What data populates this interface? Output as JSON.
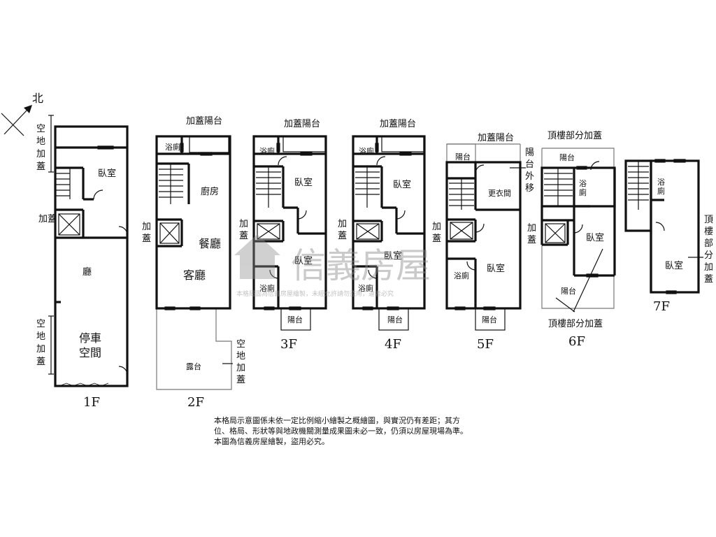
{
  "compass": {
    "north": "北"
  },
  "floors": {
    "f1": {
      "floor": "1F",
      "bedroom": "臥室",
      "hall": "廳",
      "parking": "停車空間",
      "extra_top": "空地加蓋",
      "extra_mid": "加蓋",
      "extra_bottom": "空地加蓋"
    },
    "f2": {
      "floor": "2F",
      "balcony_ext": "加蓋陽台",
      "bath": "浴廁",
      "kitchen": "廚房",
      "dining": "餐廳",
      "living": "客廳",
      "extra": "加蓋",
      "terrace": "露台",
      "land_ext": "空地加蓋"
    },
    "f3": {
      "floor": "3F",
      "balcony_ext": "加蓋陽台",
      "bath": "浴廁",
      "bedroom1": "臥室",
      "bedroom2": "臥室",
      "bath2": "浴廁",
      "extra": "加蓋",
      "balcony": "陽台"
    },
    "f4": {
      "floor": "4F",
      "balcony_ext": "加蓋陽台",
      "bath": "浴廁",
      "bedroom1": "臥室",
      "bedroom2": "臥室",
      "bath2": "浴廁",
      "extra": "加蓋",
      "balcony": "陽台"
    },
    "f5": {
      "floor": "5F",
      "balcony_ext": "加蓋陽台",
      "balcony_top": "陽台",
      "closet": "更衣間",
      "balcony_out": "陽台外移",
      "bedroom": "臥室",
      "bath": "浴廁",
      "extra": "加蓋",
      "balcony": "陽台"
    },
    "f6": {
      "floor": "6F",
      "roof_ext_top": "頂樓部分加蓋",
      "balcony_top": "陽台",
      "bath": "浴廁",
      "bedroom": "臥室",
      "balcony_bottom": "陽台",
      "extra": "加蓋",
      "roof_ext_bottom": "頂樓部分加蓋"
    },
    "f7": {
      "floor": "7F",
      "bath": "浴廁",
      "bedroom": "臥室",
      "roof_ext": "頂樓部分加蓋"
    }
  },
  "watermark": {
    "brand": "信義房屋",
    "notice": "本格局圖為信義房屋繪製，未經允許請勿盜用，違者必究"
  },
  "disclaimer": {
    "line1": "本格局示意圖係未依一定比例縮小繪製之概繪圖，與實況仍有差距；其方",
    "line2": "位、格局、形狀等與地政機關測量成果圖未必一致，仍須以房屋現場為準。",
    "line3": "本圖為信義房屋繪製，盜用必究。"
  }
}
